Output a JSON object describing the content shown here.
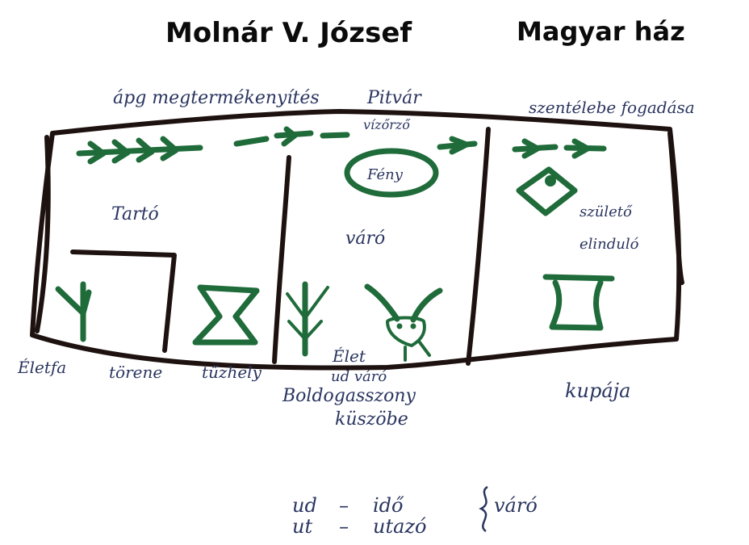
{
  "title": {
    "author": "Molnár V. József",
    "subject": "Magyar ház"
  },
  "labels": {
    "top_left": "ápg megtermékenyítés",
    "pitvar": "Pitvár",
    "viz_oro": "vízőrző",
    "top_right": "szentélebe fogadása",
    "feny": "Fény",
    "tarto": "Tartó",
    "varo_mid": "váró",
    "szuleto": "születő",
    "elindulo": "elinduló",
    "eletfa": "Életfa",
    "torene": "törene",
    "tuzhely": "tűzhely",
    "elet": "Élet",
    "ud_varo": "ud váró",
    "boldogasszony": "Boldogasszony",
    "kuszobe": "küszöbe",
    "kupaja": "kupája"
  },
  "legend": {
    "line1_left": "ud",
    "line1_dash": "–",
    "line1_right": "idő",
    "line2_left": "ut",
    "line2_dash": "–",
    "line2_right": "utazó",
    "bracket_label": "váró"
  },
  "colors": {
    "ink_frame": "#1e1210",
    "ink_green": "#1f6b3a",
    "ink_handwriting": "#2a3560"
  }
}
